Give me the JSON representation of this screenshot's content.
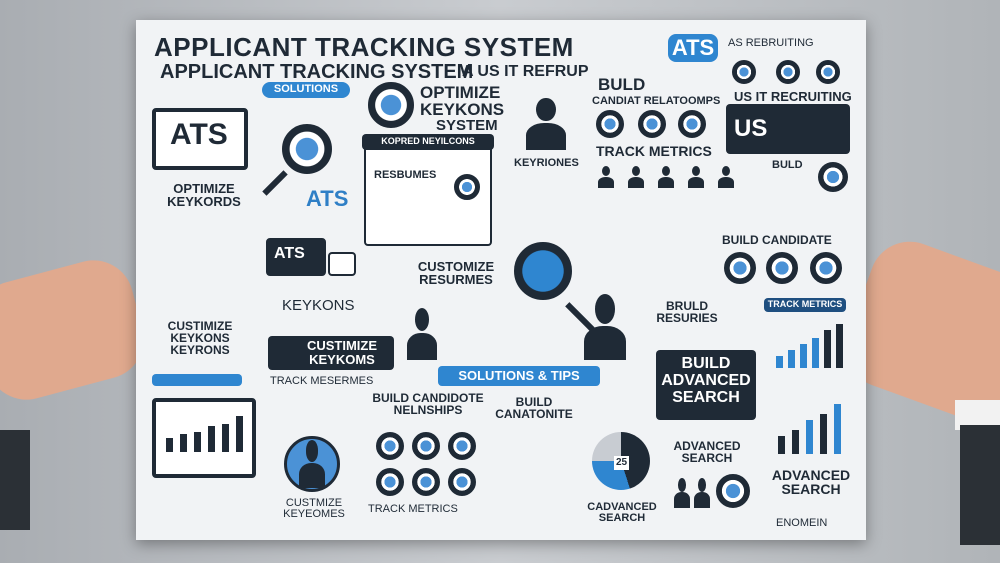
{
  "poster": {
    "title_main": "APPLICANT TRACKING SYSTEM",
    "title_badge": "ATS",
    "title_sub": "APPLICANT TRACKING SYSTEM",
    "title_sub_tail": "A US IT REFRUP",
    "top_right_label": "AS REBRUITING",
    "solutions_pill": "SOLUTIONS",
    "optimize_keykons": "OPTIMIZE KEYKONS",
    "system": "SYSTEM",
    "buld": "BULD",
    "candiat_relations": "CANDIAT RELATOOMPS",
    "us_it_recruiting": "US IT RECRUITING",
    "ats_monitor": "ATS",
    "optimize_keykords": "OPTIMIZE KEYKORDS",
    "kopred_neyilcons": "KOPRED NEYILCONS",
    "resbumes": "RESBUMES",
    "keyriones": "KEYRIONES",
    "track_metrics_top": "TRACK METRICS",
    "us_badge": "US",
    "build_small": "BULD",
    "ats_blue": "ATS",
    "ats_truck": "ATS",
    "build_candidate": "BUILD CANDIDATE",
    "customize_resurmes": "CUSTOMIZE RESURMES",
    "keykons": "KEYKONS",
    "custimize_keykons": "CUSTIMIZE KEYKONS KEYRONS",
    "custimize_keykoms": "CUSTIMIZE KEYKOMS",
    "build_resumes": "BRULD RESURIES",
    "track_metrics_pill": "TRACK METRICS",
    "track_meserimes": "TRACK MESERMES",
    "solutions_tips": "SOLUTIONS & TIPS",
    "build_advanced_search": "BUILD ADVANCED SEARCH",
    "build_candidote": "BUILD CANDIDOTE NELNSHIPS",
    "build_canatonite": "BUILD CANATONITE",
    "donut_label": "25",
    "advanced_search_mid": "ADVANCED SEARCH",
    "customize_keyeomes": "CUSTMIZE KEYEOMES",
    "track_metrics_bottom": "TRACK METRICS",
    "cadvanced_search": "CADVANCED SEARCH",
    "advanced_search_right": "ADVANCED SEARCH",
    "enomein": "ENOMEIN"
  },
  "colors": {
    "accent": "#2f86d0",
    "dark": "#1f2a36",
    "paper": "#f1f3f5"
  }
}
